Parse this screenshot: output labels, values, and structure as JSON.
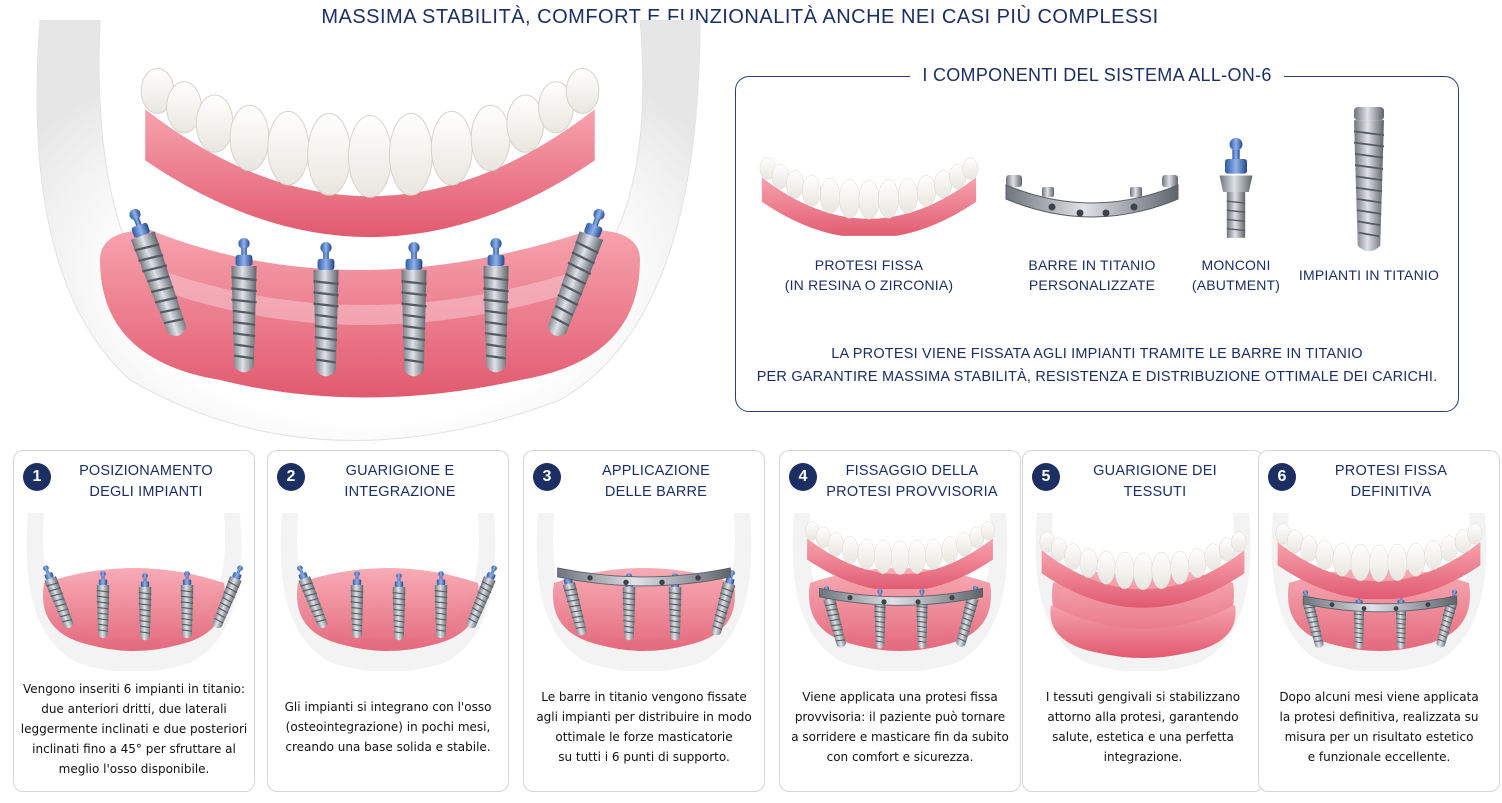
{
  "header": {
    "title": "MASSIMA STABILITÀ, COMFORT E FUNZIONALITÀ ANCHE NEI CASI PIÙ COMPLESSI"
  },
  "components": {
    "title": "I COMPONENTI DEL SISTEMA ALL-ON-6",
    "items": [
      {
        "icon": "denture-icon",
        "lines": [
          "PROTESI FISSA",
          "(IN RESINA O ZIRCONIA)"
        ]
      },
      {
        "icon": "titanium-bar-icon",
        "lines": [
          "BARRE IN TITANIO",
          "PERSONALIZZATE"
        ]
      },
      {
        "icon": "abutment-icon",
        "lines": [
          "MONCONI",
          "(ABUTMENT)"
        ]
      },
      {
        "icon": "implant-icon",
        "lines": [
          "IMPIANTI IN TITANIO"
        ]
      }
    ],
    "note": [
      "LA PROTESI VIENE FISSATA AGLI IMPIANTI TRAMITE LE BARRE IN TITANIO",
      "PER GARANTIRE MASSIMA STABILITÀ, RESISTENZA E DISTRIBUZIONE OTTIMALE DEI CARICHI."
    ]
  },
  "steps": [
    {
      "number": "1",
      "title": [
        "POSIZIONAMENTO",
        "DEGLI IMPIANTI"
      ],
      "text": [
        "Vengono inseriti 6 impianti in titanio:",
        "due anteriori dritti, due laterali",
        "leggermente inclinati e due posteriori",
        "inclinati fino a 45° per sfruttare al",
        "meglio l'osso disponibile."
      ]
    },
    {
      "number": "2",
      "title": [
        "GUARIGIONE E",
        "INTEGRAZIONE"
      ],
      "text": [
        "Gli impianti si integrano con l'osso",
        "(osteointegrazione) in pochi mesi,",
        "creando una base solida e stabile."
      ]
    },
    {
      "number": "3",
      "title": [
        "APPLICAZIONE",
        "DELLE BARRE"
      ],
      "text": [
        "Le barre in titanio vengono fissate",
        "agli impianti per distribuire in modo",
        "ottimale le forze masticatorie",
        "su tutti i 6 punti di supporto."
      ]
    },
    {
      "number": "4",
      "title": [
        "FISSAGGIO DELLA",
        "PROTESI PROVVISORIA"
      ],
      "text": [
        "Viene applicata una protesi fissa",
        "provvisoria: il paziente può tornare",
        "a sorridere e masticare fin da subito",
        "con comfort e sicurezza."
      ]
    },
    {
      "number": "5",
      "title": [
        "GUARIGIONE DEI",
        "TESSUTI"
      ],
      "text": [
        "I tessuti gengivali si stabilizzano",
        "attorno alla protesi, garantendo",
        "salute, estetica e una perfetta",
        "integrazione."
      ]
    },
    {
      "number": "6",
      "title": [
        "PROTESI FISSA",
        "DEFINITIVA"
      ],
      "text": [
        "Dopo alcuni mesi viene applicata",
        "la protesi definitiva, realizzata su",
        "misura per un risultato estetico",
        "e funzionale eccellente."
      ]
    }
  ]
}
